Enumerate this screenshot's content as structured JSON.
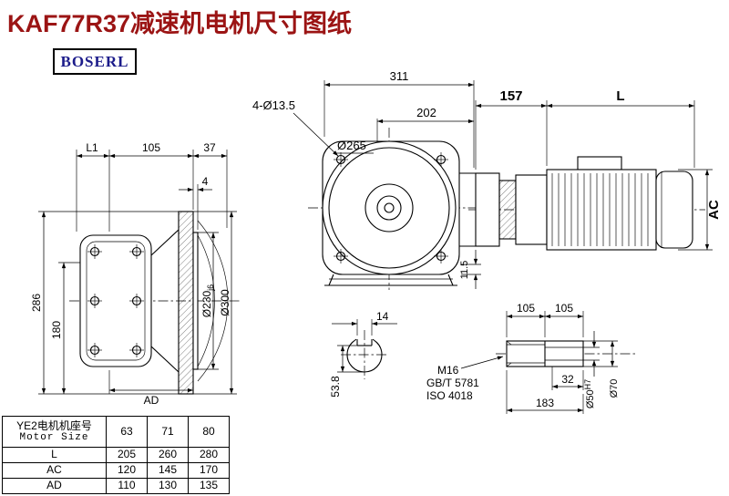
{
  "page": {
    "title": "KAF77R37减速机电机尺寸图纸",
    "logo": "BOSERL"
  },
  "colors": {
    "title_text": "#9b1414",
    "logo_text": "#1b1b8a",
    "line": "#000000",
    "background": "#ffffff"
  },
  "side_view": {
    "dim_l1": "L1",
    "dim_105": "105",
    "dim_37": "37",
    "dim_4": "4",
    "dim_286": "286",
    "dim_180": "180",
    "dim_ad": "AD",
    "dim_d230": "Ø230",
    "dim_d230_tol": "j6",
    "dim_d300": "Ø300"
  },
  "front_view": {
    "dim_311": "311",
    "dim_202": "202",
    "dim_holes": "4-Ø13.5",
    "dim_d265": "Ø265",
    "dim_11_5": "11.5"
  },
  "motor_view": {
    "dim_157": "157",
    "dim_l": "L",
    "dim_ac": "AC"
  },
  "shaft_section": {
    "dim_14": "14",
    "dim_53_8": "53.8"
  },
  "shaft_detail": {
    "dim_105a": "105",
    "dim_105b": "105",
    "thread": "M16",
    "std1": "GB/T 5781",
    "std2": "ISO 4018",
    "dim_32": "32",
    "dim_183": "183",
    "dim_d50": "Ø50",
    "dim_d50_tol": "H7",
    "dim_d70": "Ø70"
  },
  "table": {
    "header_line1": "YE2电机机座号",
    "header_line2": "Motor Size",
    "cols": [
      "63",
      "71",
      "80"
    ],
    "rows": [
      {
        "label": "L",
        "values": [
          "205",
          "260",
          "280"
        ]
      },
      {
        "label": "AC",
        "values": [
          "120",
          "145",
          "170"
        ]
      },
      {
        "label": "AD",
        "values": [
          "110",
          "130",
          "135"
        ]
      }
    ]
  }
}
